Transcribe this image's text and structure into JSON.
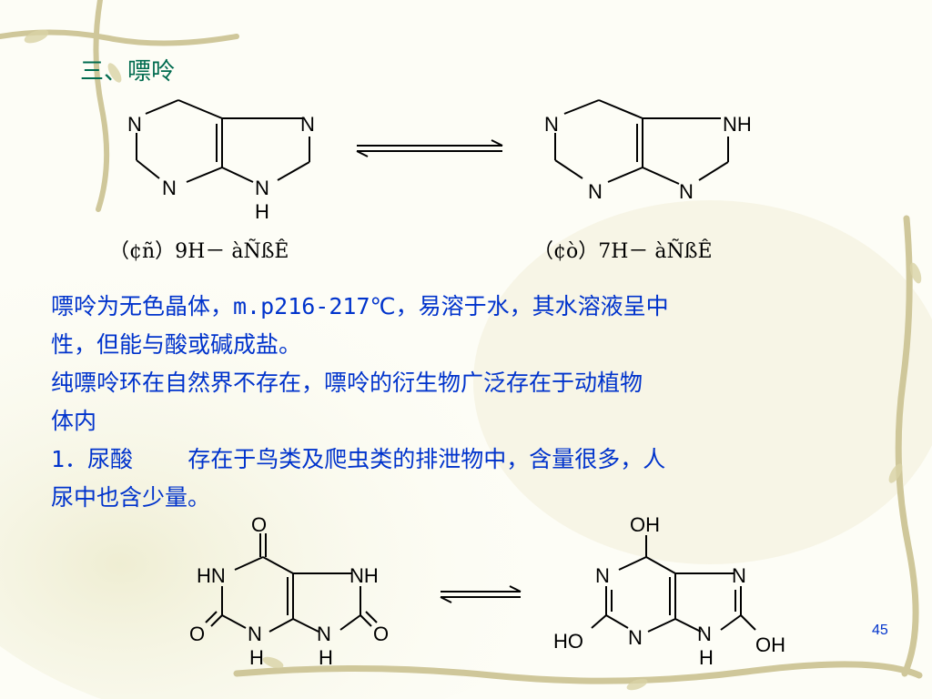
{
  "slide": {
    "title": "三、嘌呤",
    "page_number": "45"
  },
  "purine_structures": {
    "left_label": "（¢ñ）9H－ àÑßÊ",
    "right_label": "（¢ò）7H－ àÑßÊ",
    "atoms": {
      "n": "N",
      "nh": "NH",
      "h": "H"
    }
  },
  "paragraphs": [
    "嘌呤为无色晶体，m.p216-217℃，易溶于水，其水溶液呈中",
    "性，但能与酸或碱成盐。",
    "纯嘌呤环在自然界不存在，嘌呤的衍生物广泛存在于动植物",
    "体内",
    "1．尿酸    存在于鸟类及爬虫类的排泄物中，含量很多，人",
    "尿中也含少量。"
  ],
  "uric_acid_structures": {
    "atoms": {
      "o": "O",
      "hn": "HN",
      "nh": "NH",
      "n": "N",
      "h": "H",
      "oh": "OH",
      "ho": "HO"
    }
  },
  "colors": {
    "title": "#006b4f",
    "body": "#0033cc",
    "frame": "#cfc79a"
  }
}
